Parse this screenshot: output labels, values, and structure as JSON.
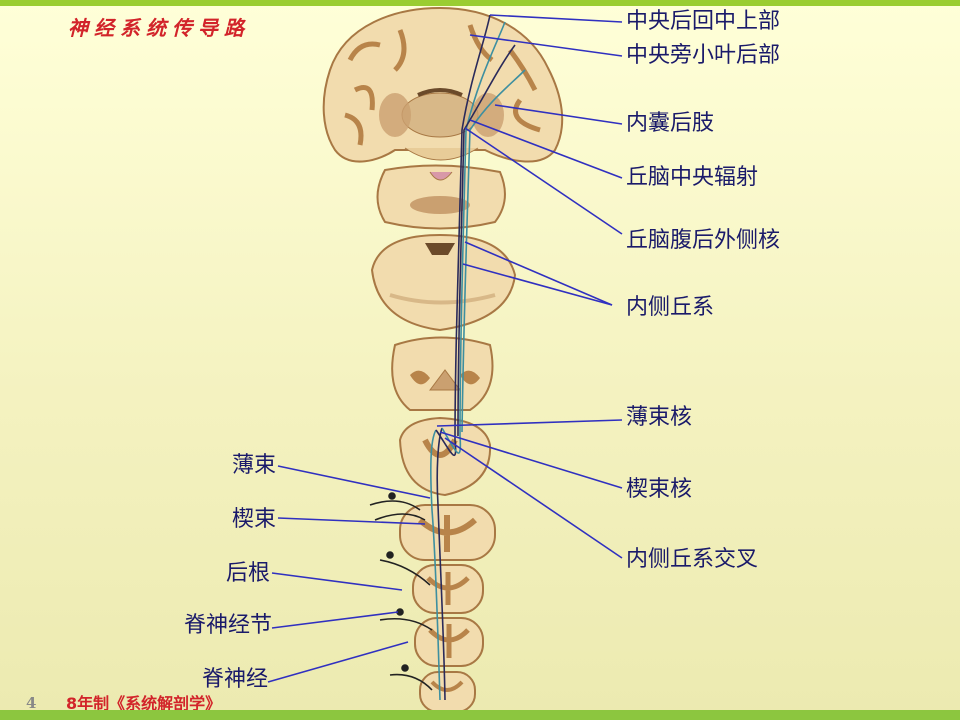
{
  "slide": {
    "title": "神经系统传导路",
    "page_number": "4",
    "footer": "8年制《系统解剖学》"
  },
  "labels_right": [
    "中央后回中上部",
    "中央旁小叶后部",
    "内囊后肢",
    "丘脑中央辐射",
    "丘脑腹后外侧核",
    "内侧丘系",
    "薄束核",
    "楔束核",
    "内侧丘系交叉"
  ],
  "labels_left": [
    "薄束",
    "楔束",
    "后根",
    "脊神经节",
    "脊神经"
  ],
  "colors": {
    "title": "#d2242a",
    "leader_line": "#3030c0",
    "label_text": "#1a1a6a",
    "tissue": "#f2dcae",
    "grey_matter": "#b8844a"
  }
}
